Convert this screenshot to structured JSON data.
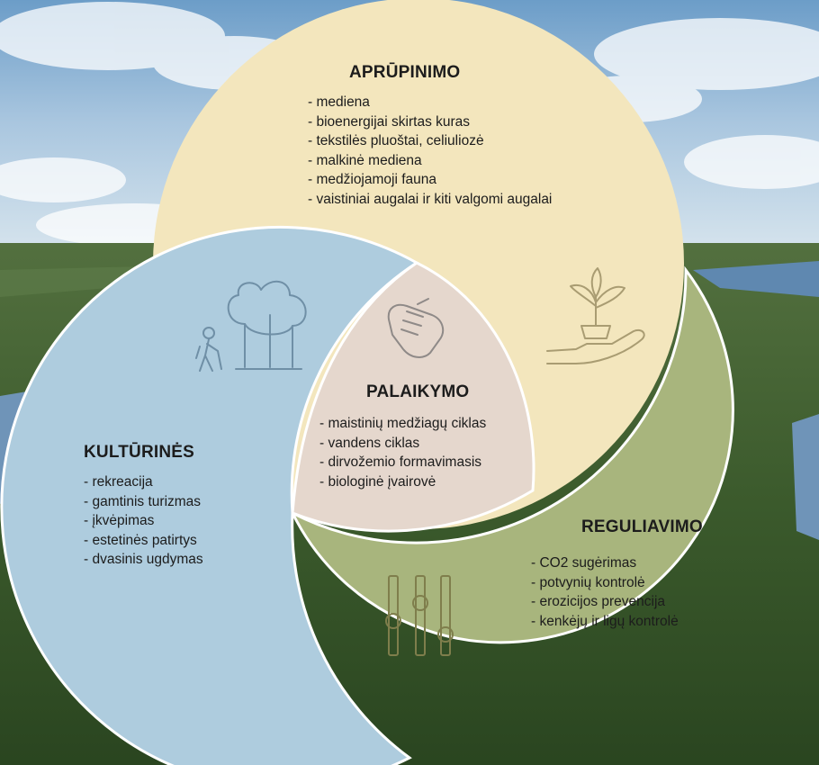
{
  "sections": {
    "aprupinimo": {
      "title": "APRŪPINIMO",
      "items": [
        "mediena",
        "bioenergijai skirtas kuras",
        "tekstilės pluoštai, celiuliozė",
        "malkinė mediena",
        "medžiojamoji fauna",
        "vaistiniai augalai ir kiti valgomi augalai"
      ],
      "color": "#F3E6BD",
      "icon": "hand-with-sprout-icon"
    },
    "kulturines": {
      "title": "KULTŪRINĖS",
      "items": [
        "rekreacija",
        "gamtinis turizmas",
        "įkvėpimas",
        "estetinės patirtys",
        "dvasinis ugdymas"
      ],
      "color": "#AECCDE",
      "icon": "hiker-and-trees-icon"
    },
    "reguliavimo": {
      "title": "REGULIAVIMO",
      "items": [
        "CO2 sugėrimas",
        "potvynių kontrolė",
        "erozicijos prevencija",
        "kenkėjų ir ligų kontrolė"
      ],
      "color": "#A8B57D",
      "icon": "sliders-icon"
    },
    "palaikymo": {
      "title": "PALAIKYMO",
      "items": [
        "maistinių medžiagų ciklas",
        "vandens ciklas",
        "dirvožemio formavimasis",
        "biologinė įvairovė"
      ],
      "color": "#E5D7CD",
      "icon": "open-hand-icon"
    }
  }
}
